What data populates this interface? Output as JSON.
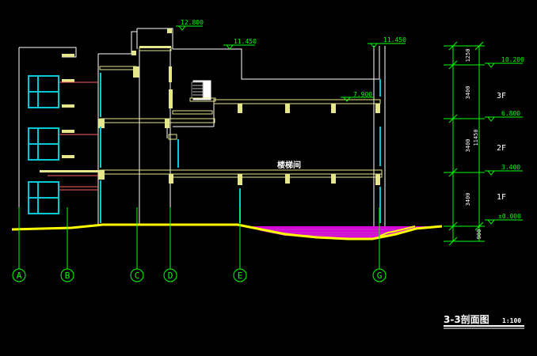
{
  "levels": {
    "roof_top": "12.800",
    "roof_main": "11.450",
    "roof_right": "11.450",
    "mid_7900": "7.900"
  },
  "room_label": "楼梯间",
  "dimensions": {
    "right_levels": [
      "10.200",
      "6.800",
      "3.400",
      "±0.000"
    ],
    "floors": [
      "3F",
      "2F",
      "1F"
    ],
    "segment_dims": [
      "1250",
      "3400",
      "3400",
      "3400",
      "900"
    ],
    "total_height": "11450"
  },
  "axes": [
    "A",
    "B",
    "C",
    "D",
    "E",
    "G"
  ],
  "title": {
    "name": "3-3剖面图",
    "scale": "1:100"
  },
  "colors": {
    "background": "#000000",
    "structure": "#E6E68C",
    "outline": "#FFFFFF",
    "ground": "#FFFF00",
    "window": "#00C8D8",
    "dimension": "#00FF00",
    "axis": "#00FF00",
    "fill_magenta": "#FF00FF",
    "leader": "#FF6060"
  }
}
